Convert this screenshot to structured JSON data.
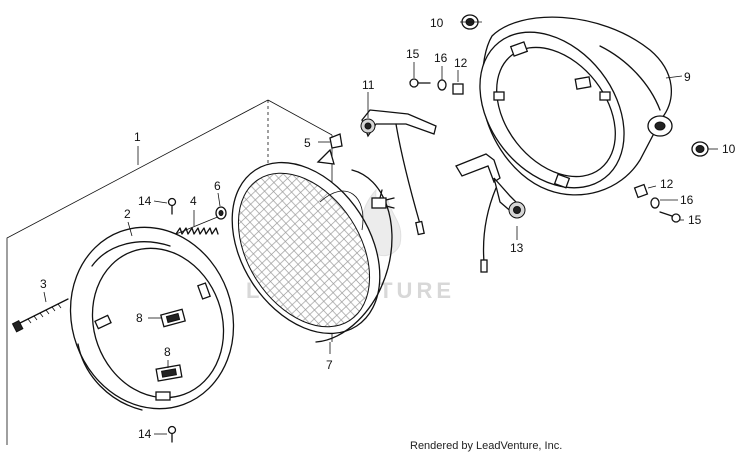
{
  "watermark": "LEADVENTURE",
  "credit": "Rendered by LeadVenture, Inc.",
  "callouts": [
    {
      "id": "c1",
      "label": "1"
    },
    {
      "id": "c2",
      "label": "2"
    },
    {
      "id": "c3",
      "label": "3"
    },
    {
      "id": "c4",
      "label": "4"
    },
    {
      "id": "c5",
      "label": "5"
    },
    {
      "id": "c6",
      "label": "6"
    },
    {
      "id": "c7",
      "label": "7"
    },
    {
      "id": "c8a",
      "label": "8"
    },
    {
      "id": "c8b",
      "label": "8"
    },
    {
      "id": "c9",
      "label": "9"
    },
    {
      "id": "c10a",
      "label": "10"
    },
    {
      "id": "c10b",
      "label": "10"
    },
    {
      "id": "c11",
      "label": "11"
    },
    {
      "id": "c12a",
      "label": "12"
    },
    {
      "id": "c12b",
      "label": "12"
    },
    {
      "id": "c13",
      "label": "13"
    },
    {
      "id": "c14a",
      "label": "14"
    },
    {
      "id": "c14b",
      "label": "14"
    },
    {
      "id": "c15a",
      "label": "15"
    },
    {
      "id": "c15b",
      "label": "15"
    },
    {
      "id": "c16a",
      "label": "16"
    },
    {
      "id": "c16b",
      "label": "16"
    }
  ]
}
